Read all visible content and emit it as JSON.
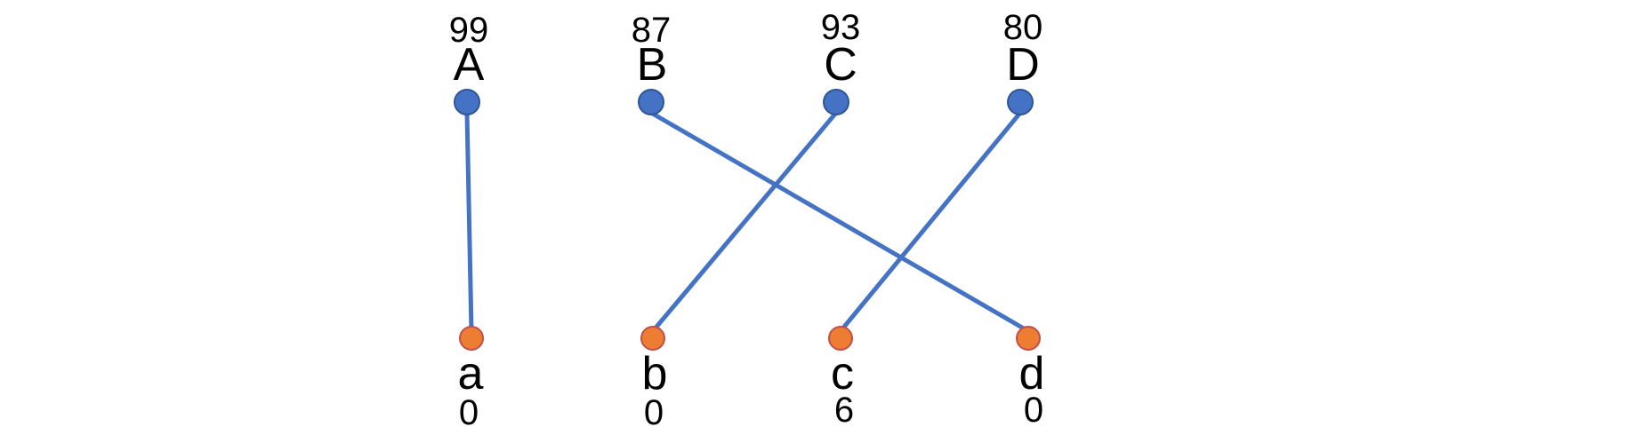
{
  "colors": {
    "top_node_fill": "#4472C4",
    "top_node_stroke": "#2F5597",
    "bottom_node_fill": "#ED7D31",
    "bottom_node_stroke": "#C0504D",
    "edge": "#4472C4",
    "text": "#000000"
  },
  "top_nodes": [
    {
      "id": "A",
      "label": "A",
      "value": "99"
    },
    {
      "id": "B",
      "label": "B",
      "value": "87"
    },
    {
      "id": "C",
      "label": "C",
      "value": "93"
    },
    {
      "id": "D",
      "label": "D",
      "value": "80"
    }
  ],
  "bottom_nodes": [
    {
      "id": "a",
      "label": "a",
      "value": "0"
    },
    {
      "id": "b",
      "label": "b",
      "value": "0"
    },
    {
      "id": "c",
      "label": "c",
      "value": "6"
    },
    {
      "id": "d",
      "label": "d",
      "value": "0"
    }
  ],
  "edges": [
    {
      "from": "A",
      "to": "a"
    },
    {
      "from": "B",
      "to": "d"
    },
    {
      "from": "C",
      "to": "b"
    },
    {
      "from": "D",
      "to": "c"
    }
  ]
}
